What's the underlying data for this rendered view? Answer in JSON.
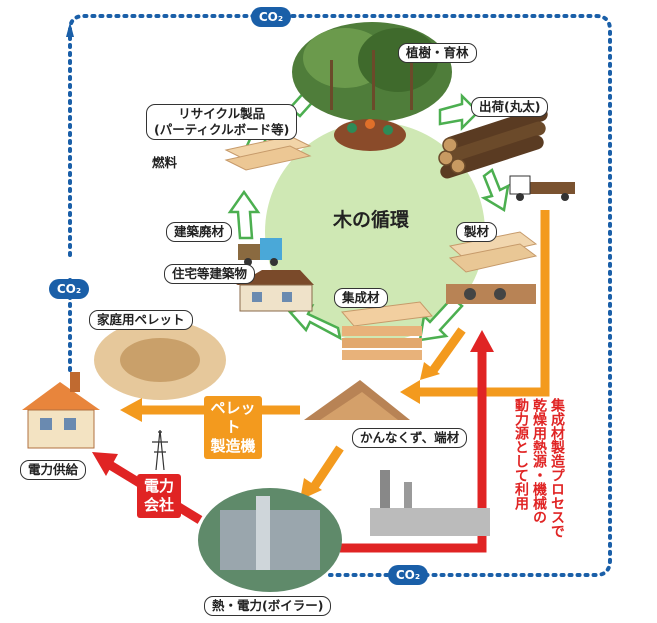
{
  "diagram": {
    "center_title": "木の循環",
    "co2_label": "CO₂",
    "nodes": {
      "planting": "植樹・育林",
      "shipping": "出荷(丸太)",
      "sawmill": "製材",
      "laminated": "集成材",
      "housing": "住宅等建築物",
      "demolition": "建築廃材",
      "recycle_line1": "リサイクル製品",
      "recycle_line2": "(パーティクルボード等)",
      "fuel": "燃料",
      "home_pellet": "家庭用ペレット",
      "shavings": "かんなくず、端材",
      "boiler": "熱・電力(ボイラー)",
      "power_supply": "電力供給"
    },
    "pellet_plant": "ペレット製造機",
    "power_company": "電力会社",
    "process_note_col1": "集成材製造プロセスで",
    "process_note_col2": "乾燥用熱源・機械の",
    "process_note_col3": "動力源として利用"
  },
  "colors": {
    "co2_blue": "#1a5fa8",
    "cycle_green": "#cfe8b4",
    "arrow_orange": "#f39a1e",
    "arrow_red": "#e02424"
  }
}
